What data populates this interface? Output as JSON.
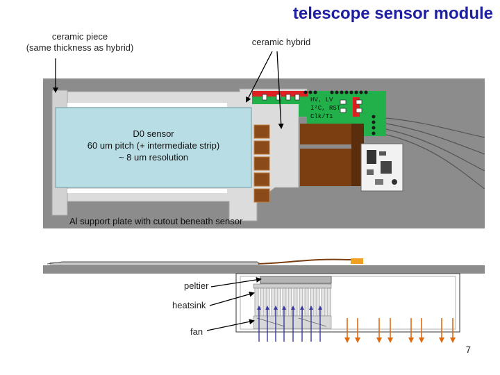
{
  "title": "telescope sensor module",
  "labels": {
    "ceramic_piece": [
      "ceramic piece",
      "(same thickness as hybrid)"
    ],
    "ceramic_hybrid": "ceramic hybrid",
    "sensor": [
      "D0 sensor",
      "60 um pitch (+ intermediate strip)",
      "~ 8 um resolution"
    ],
    "support_plate": "Al support plate with cutout beneath sensor",
    "peltier": "peltier",
    "heatsink": "heatsink",
    "fan": "fan"
  },
  "board_tags": {
    "hv_lv": "HV, LV",
    "i2c_rst": "I²C, RST",
    "clk_trig": "Clk/T1"
  },
  "page_number": "7",
  "colors": {
    "title": "#1e1ea0",
    "plate": "#8c8c8c",
    "sensor": "#b8dde4",
    "hybrid_green": "#22b04a",
    "trace_red": "#e02020",
    "kapton": "#7a3e10",
    "arrow_blue": "#3a3aa0",
    "arrow_orange": "#e06a10"
  }
}
